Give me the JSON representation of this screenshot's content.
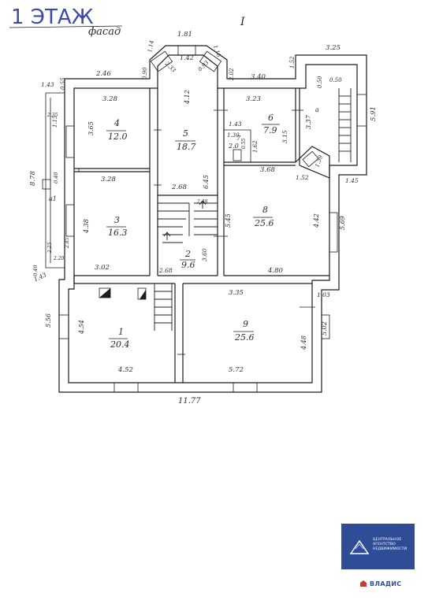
{
  "header": {
    "floor_title": "1 ЭТАЖ",
    "facade_label": "фасад",
    "roman_numeral": "I"
  },
  "rooms": [
    {
      "number": "1",
      "area": "20.4"
    },
    {
      "number": "2",
      "area": "9.6"
    },
    {
      "number": "3",
      "area": "16.3"
    },
    {
      "number": "4",
      "area": "12.0"
    },
    {
      "number": "5",
      "area": "18.7"
    },
    {
      "number": "6",
      "area": "7.9"
    },
    {
      "number": "7",
      "area": "2.0"
    },
    {
      "number": "8",
      "area": "25.6"
    },
    {
      "number": "9",
      "area": "25.6"
    }
  ],
  "dimensions": {
    "top_bay": "1.81",
    "bay_inner": "1.42",
    "bay_l1": "1.14",
    "bay_r1": "1.16",
    "bay_l2": "2.33",
    "bay_r2": "0.93",
    "left_top": "2.46",
    "left_corner": "1.43",
    "left_wall_top": "0.55",
    "bay_left_side": "0.90",
    "bay_right_side": "2.02",
    "mid_top": "3.40",
    "stair_top": "3.25",
    "stair_corner": "1.52",
    "stair_inner": "0.50",
    "stair_inner2": "0.50",
    "stair_right": "5.91",
    "stair_bottom": "1.45",
    "room4_top": "3.28",
    "room4_side": "3.65",
    "room5_side": "4.12",
    "room6_top": "3.23",
    "room6_side": "3.37",
    "room6_inner": "3.15",
    "room7_top": "1.43",
    "room7_mid": "1.30",
    "room7_side": "1.62",
    "room7_small": "0.55",
    "veranda_a": "2.35",
    "veranda_b": "1.15",
    "veranda_height": "8.78",
    "veranda_c": "0.40",
    "veranda_d": "2.25",
    "veranda_e": "2.20",
    "veranda_f": "0.40",
    "room3_top": "3.28",
    "room5_bottom": "2.68",
    "corridor_side": "6.45",
    "room8_top": "3.68",
    "room8_corner": "1.52",
    "stair_diag": "1.39",
    "room8_left": "5.45",
    "room8_right": "4.42",
    "room8_outer": "5.69",
    "room3_side": "4.38",
    "room3_bottom": "3.02",
    "stair2_side": "3.60",
    "room8_bottom": "4.80",
    "bottom_left_corner": "1.43",
    "stair2_bottom": "2.68",
    "room9_top": "3.35",
    "right_corner": "1.03",
    "room1_outer": "5.56",
    "room1_side": "4.54",
    "room9_side": "4.48",
    "room9_outer": "5.02",
    "room1_bottom": "4.52",
    "room9_bottom": "5.72",
    "total_width": "11.77",
    "small_a": "a1",
    "small_b": "2.85",
    "small_c": "2.38",
    "small_d": "a"
  },
  "logo": {
    "line1": "Центральное",
    "line2": "агентство",
    "line3": "недвижимости",
    "brand": "ВЛАДИС"
  },
  "colors": {
    "ink": "#1c1c1c",
    "title_blue": "#3b4aa8",
    "brand_blue": "#2f4d97"
  }
}
